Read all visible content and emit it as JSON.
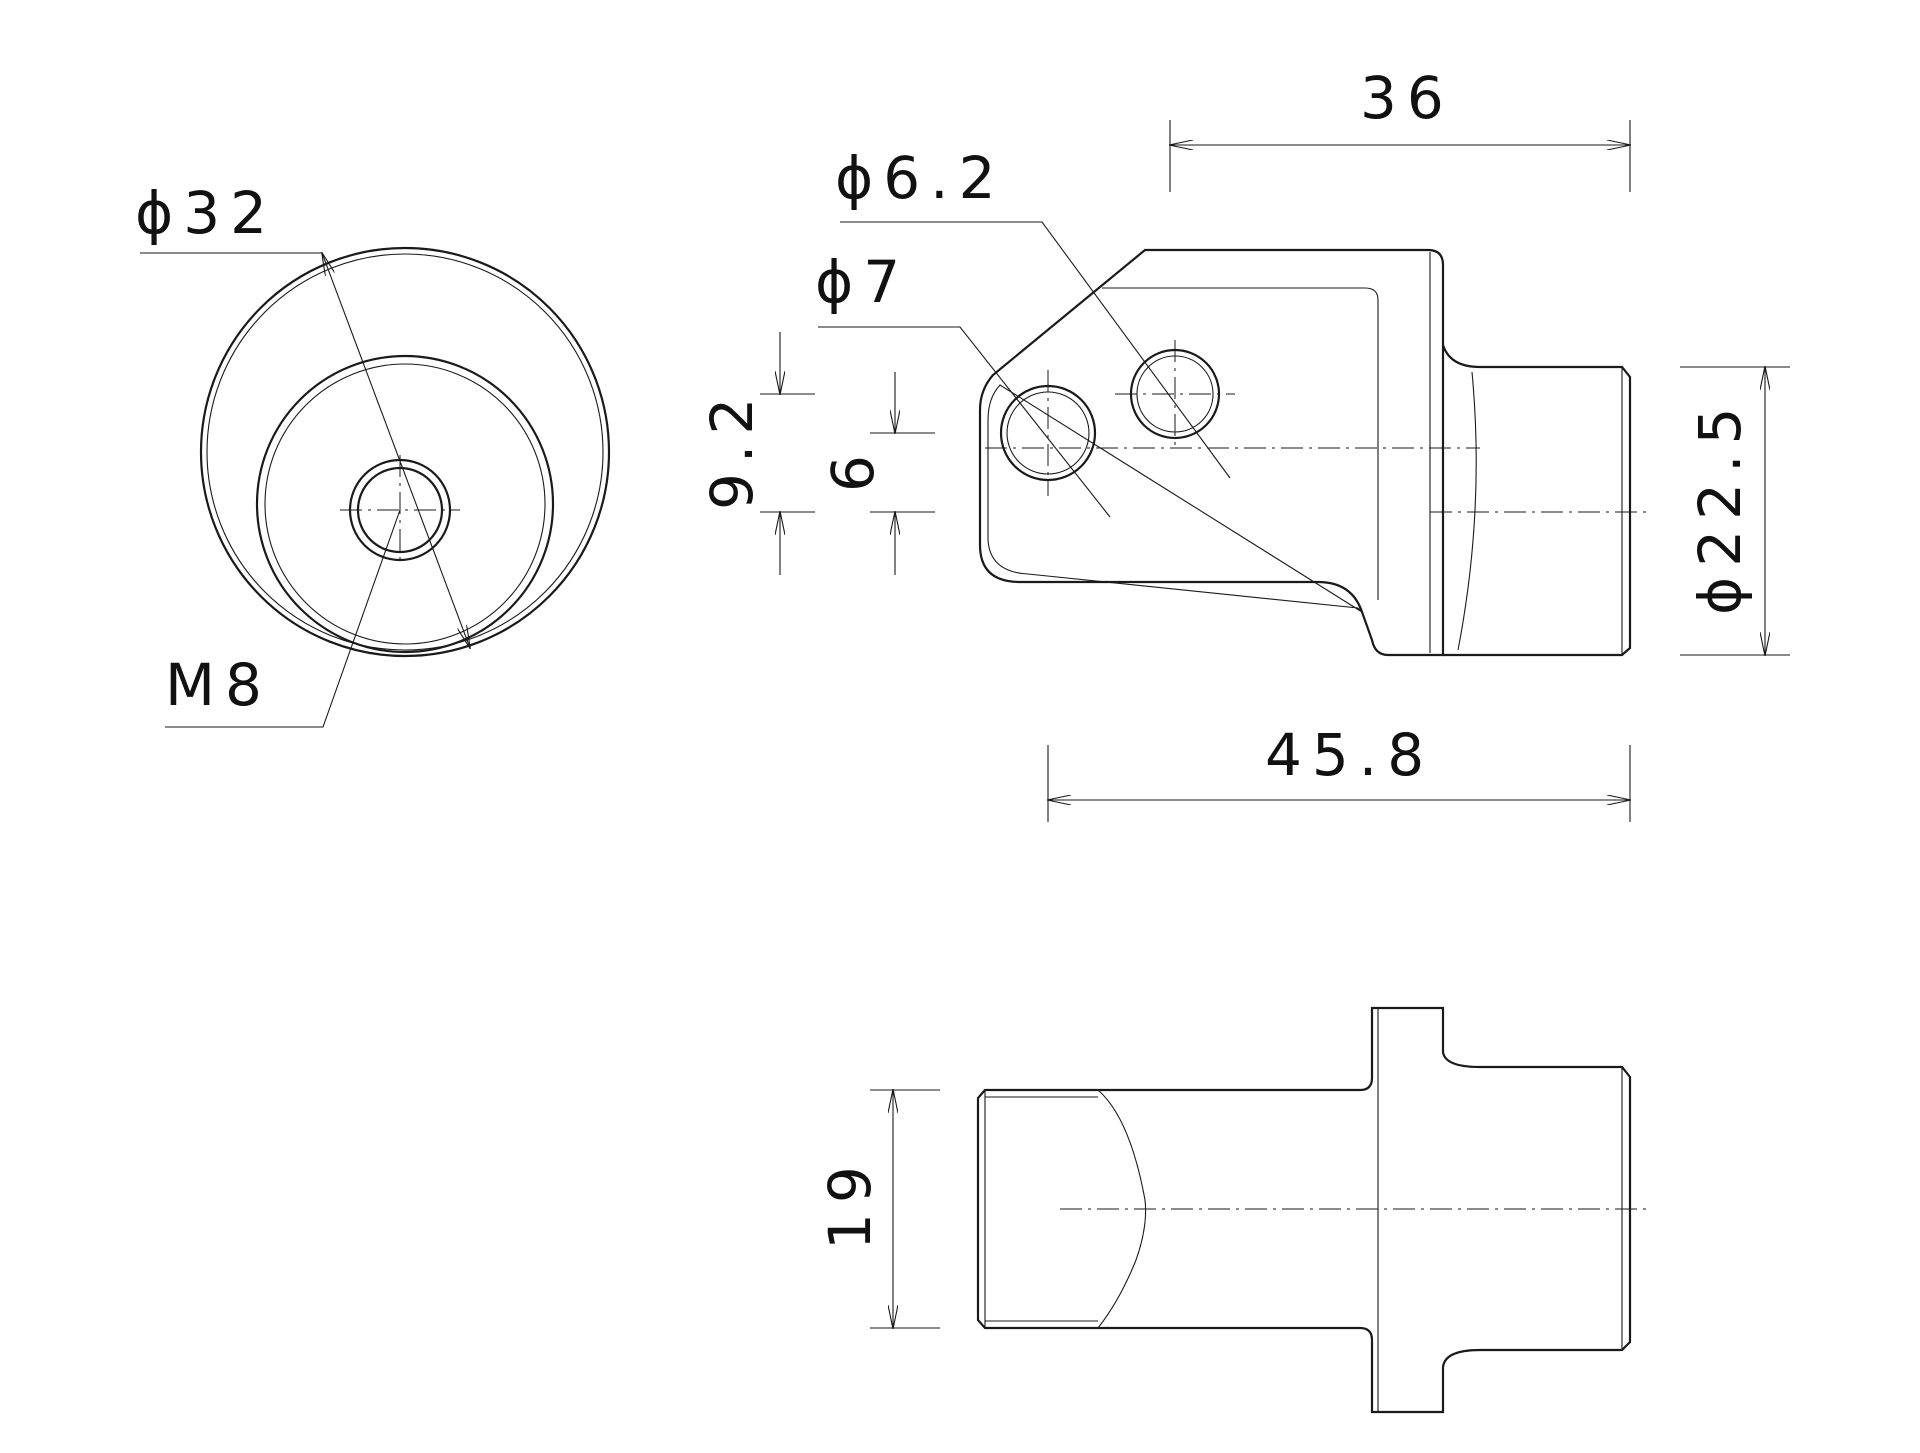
{
  "title": "",
  "views": {
    "end_view": {
      "labels": {
        "outer_diameter": "ϕ32",
        "thread": "M8"
      }
    },
    "side_view": {
      "labels": {
        "hole_small_diameter": "ϕ6.2",
        "hole_large_diameter": "ϕ7",
        "length_short": "36",
        "length_total": "45.8",
        "spigot_diameter": "ϕ22.5",
        "offset_upper": "9.2",
        "offset_lower": "6"
      }
    },
    "bottom_view": {
      "labels": {
        "width": "19"
      }
    }
  }
}
